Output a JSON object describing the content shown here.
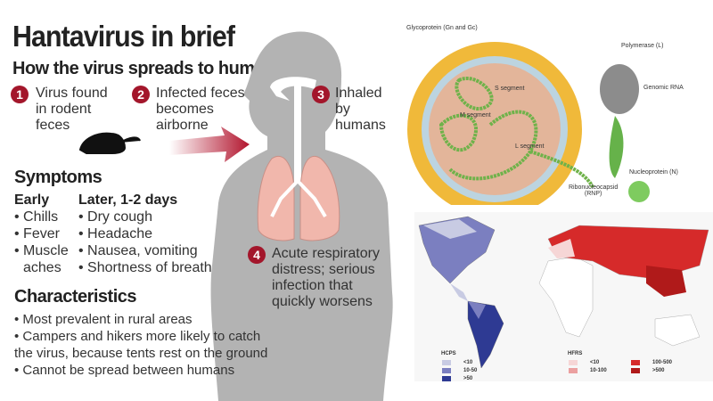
{
  "title": "Hantavirus in brief",
  "spread": {
    "heading": "How the virus spreads to humans",
    "steps": [
      {
        "n": "1",
        "text": [
          "Virus found",
          "in rodent",
          "feces"
        ]
      },
      {
        "n": "2",
        "text": [
          "Infected feces",
          "becomes",
          "airborne"
        ]
      },
      {
        "n": "3",
        "text": [
          "Inhaled",
          "by",
          "humans"
        ]
      },
      {
        "n": "4",
        "text": [
          "Acute respiratory",
          "distress; serious",
          "infection that",
          "quickly worsens"
        ]
      }
    ]
  },
  "symptoms": {
    "heading": "Symptoms",
    "early_label": "Early",
    "early": [
      "• Chills",
      "• Fever",
      "• Muscle",
      "aches"
    ],
    "later_label": "Later, 1-2 days",
    "later": [
      "• Dry cough",
      "• Headache",
      "• Nausea, vomiting",
      "• Shortness of breath"
    ]
  },
  "characteristics": {
    "heading": "Characteristics",
    "items": [
      "• Most prevalent in rural areas",
      "• Campers and hikers more likely to catch",
      "the virus, because tents rest on the ground",
      "• Cannot be spread between humans"
    ]
  },
  "virus": {
    "labels": {
      "glyco": "Glycoprotein (Gn and Gc)",
      "poly": "Polymerase (L)",
      "rna": "Genomic RNA",
      "s": "S segment",
      "m": "M segment",
      "l": "L segment",
      "nucleo": "Nucleoprotein (N)",
      "rnp1": "Ribonucleocapsid",
      "rnp2": "(RNP)"
    }
  },
  "map": {
    "hcps": {
      "title": "HCPS",
      "levels": [
        "<10",
        "10-50",
        ">50"
      ],
      "colors": [
        "#c8cbe3",
        "#7b7fc0",
        "#2e3a93"
      ]
    },
    "hfrs": {
      "title": "HFRS",
      "levels": [
        "<10",
        "10-100",
        "100-500",
        ">500"
      ],
      "colors": [
        "#f6d6d6",
        "#eba0a0",
        "#d62a2a",
        "#b01a1a"
      ]
    }
  }
}
